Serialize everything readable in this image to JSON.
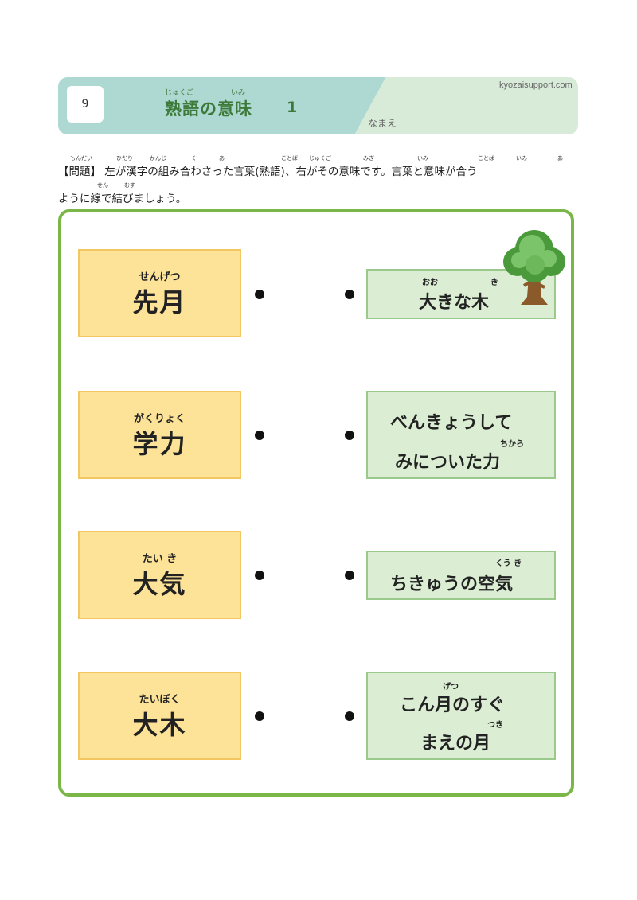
{
  "header": {
    "number": "9",
    "title": "熟語の意味",
    "title_ruby_1": "じゅくご",
    "title_ruby_2": "いみ",
    "title_number": "1",
    "site": "kyozaisupport.com",
    "name_label": "なまえ"
  },
  "instructions": {
    "line1": "【問題】 左が漢字の組み合わさった言葉(熟語)、右がその意味です。言葉と意味が合う",
    "line2": "ように線で結びましょう。",
    "ruby": {
      "mondai": "もんだい",
      "hidari": "ひだり",
      "kanji": "かんじ",
      "ku": "く",
      "a": "あ",
      "kotoba": "ことば",
      "jukugo": "じゅくご",
      "migi": "みぎ",
      "imi": "いみ",
      "kotoba2": "ことば",
      "imi2": "いみ",
      "a2": "あ",
      "sen": "せん",
      "musu": "むす"
    }
  },
  "left_items": [
    {
      "reading": "せんげつ",
      "word": "先月"
    },
    {
      "reading": "がくりょく",
      "word": "学力"
    },
    {
      "reading": "たい き",
      "word": "大気"
    },
    {
      "reading": "たいぼく",
      "word": "大木"
    }
  ],
  "right_items": [
    {
      "line1": "大きな木",
      "ruby_a": "おお",
      "ruby_b": "き"
    },
    {
      "line1": "べんきょうして",
      "line2": "みについた力",
      "ruby_a": "ちから"
    },
    {
      "line1": "ちきゅうの空気",
      "ruby_a": "くう き"
    },
    {
      "line1": "こん月のすぐ",
      "line2": "まえの月",
      "ruby_a": "げつ",
      "ruby_b": "つき"
    }
  ],
  "colors": {
    "header_teal": "#aed8d2",
    "header_green": "#d8ebd9",
    "frame_green": "#7ab648",
    "left_box": "#fde398",
    "right_box": "#dbeed4",
    "title_green": "#3d7a3a"
  },
  "icons": [
    "tree-icon"
  ]
}
